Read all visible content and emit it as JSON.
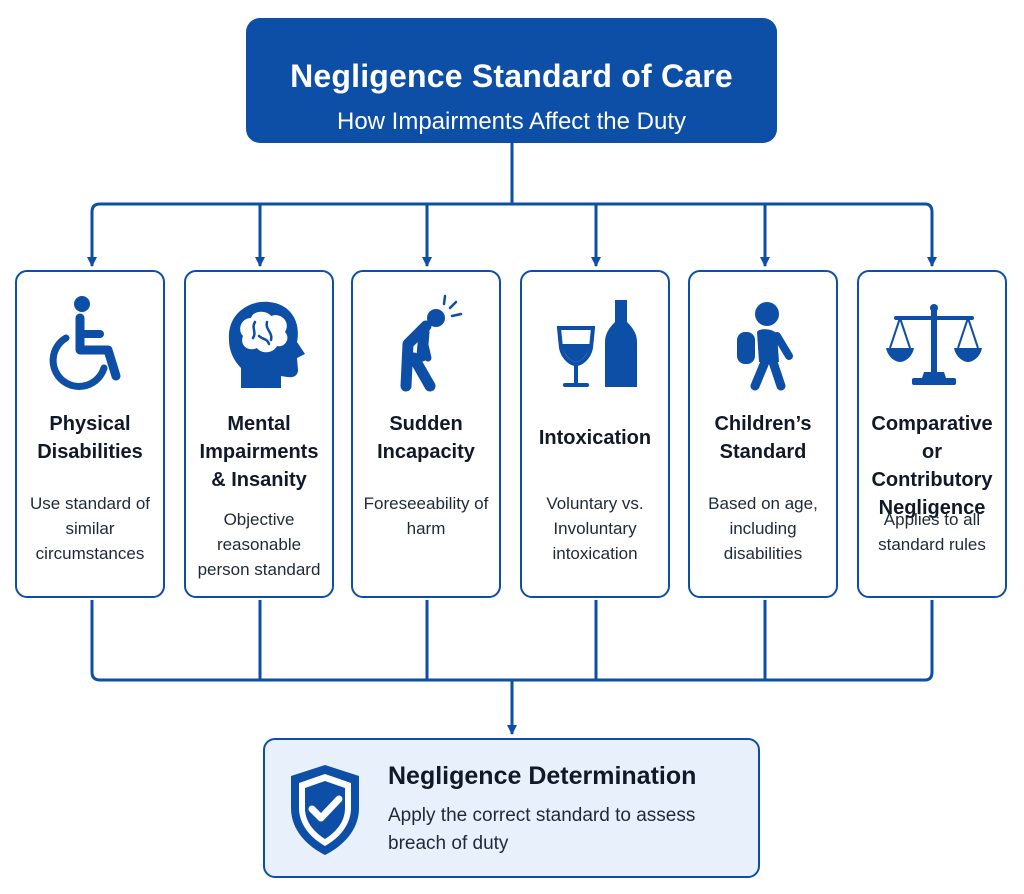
{
  "header": {
    "title": "Negligence Standard of Care",
    "subtitle": "How Impairments Affect the Duty"
  },
  "cards": [
    {
      "icon": "wheelchair-icon",
      "title": "Physical Disabilities",
      "description": "Use standard of similar circumstances"
    },
    {
      "icon": "brain-head-icon",
      "title": "Mental Impairments & Insanity",
      "description": "Objective reasonable person standard"
    },
    {
      "icon": "collapsing-person-icon",
      "title": "Sudden Incapacity",
      "description": "Foreseeability of harm"
    },
    {
      "icon": "wine-glass-bottle-icon",
      "title": "Intoxication",
      "description": "Voluntary vs. Involuntary intoxication"
    },
    {
      "icon": "child-backpack-icon",
      "title": "Children’s Standard",
      "description": "Based on age, including disabilities"
    },
    {
      "icon": "scales-icon",
      "title": "Comparative or Contributory Negligence",
      "description": "Applies to all standard rules"
    }
  ],
  "result": {
    "icon": "shield-check-icon",
    "title": "Negligence Determination",
    "description": "Apply the correct standard to assess breach of duty"
  },
  "colors": {
    "primary": "#0d4ea6",
    "result_bg": "#e8f1fb"
  }
}
